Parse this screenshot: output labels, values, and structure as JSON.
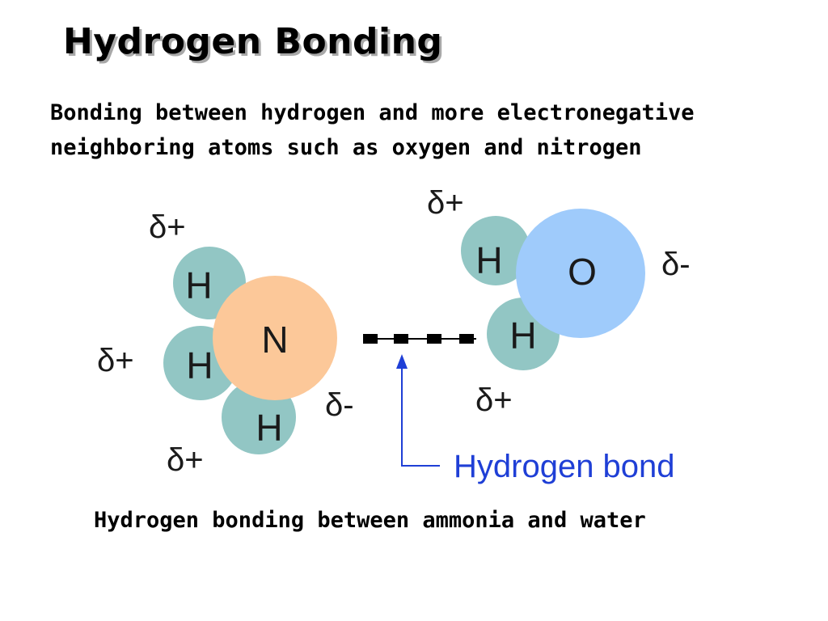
{
  "title": "Hydrogen Bonding",
  "description": "Bonding between hydrogen and more electronegative neighboring atoms such as oxygen and nitrogen",
  "caption": "Hydrogen bonding between ammonia and water",
  "colors": {
    "hydrogen": "#92c6c4",
    "nitrogen": "#fcc899",
    "oxygen": "#9fcbfb",
    "bond_label": "#1f3fd6",
    "bond_line": "#000000"
  },
  "ammonia": {
    "central_atom": "N",
    "hydrogen_atoms": [
      "H",
      "H",
      "H"
    ],
    "central_charge": "δ-",
    "hydrogen_charges": [
      "δ+",
      "δ+",
      "δ+"
    ]
  },
  "water": {
    "central_atom": "O",
    "hydrogen_atoms": [
      "H",
      "H"
    ],
    "central_charge": "δ-",
    "hydrogen_charges": [
      "δ+",
      "δ+"
    ]
  },
  "hydrogen_bond": {
    "label": "Hydrogen bond"
  }
}
